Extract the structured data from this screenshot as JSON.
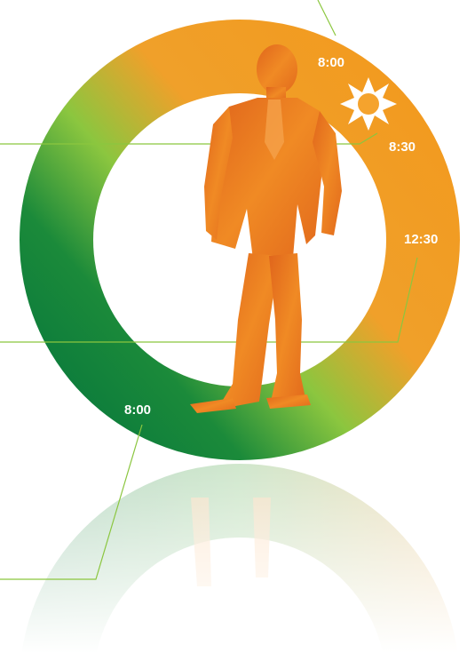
{
  "diagram": {
    "times": {
      "morning_start": "8:00",
      "morning_work": "8:30",
      "midday": "12:30",
      "night_start": "8:00"
    },
    "icons": {
      "day": "sun-icon",
      "night": "moon-icon",
      "figure": "businessman-silhouette"
    },
    "colors": {
      "green_dark": "#0a7a3c",
      "green_light": "#8bc63f",
      "orange": "#f29a1f",
      "orange_dark": "#e0651c",
      "connector_line": "#8bc63f"
    }
  }
}
